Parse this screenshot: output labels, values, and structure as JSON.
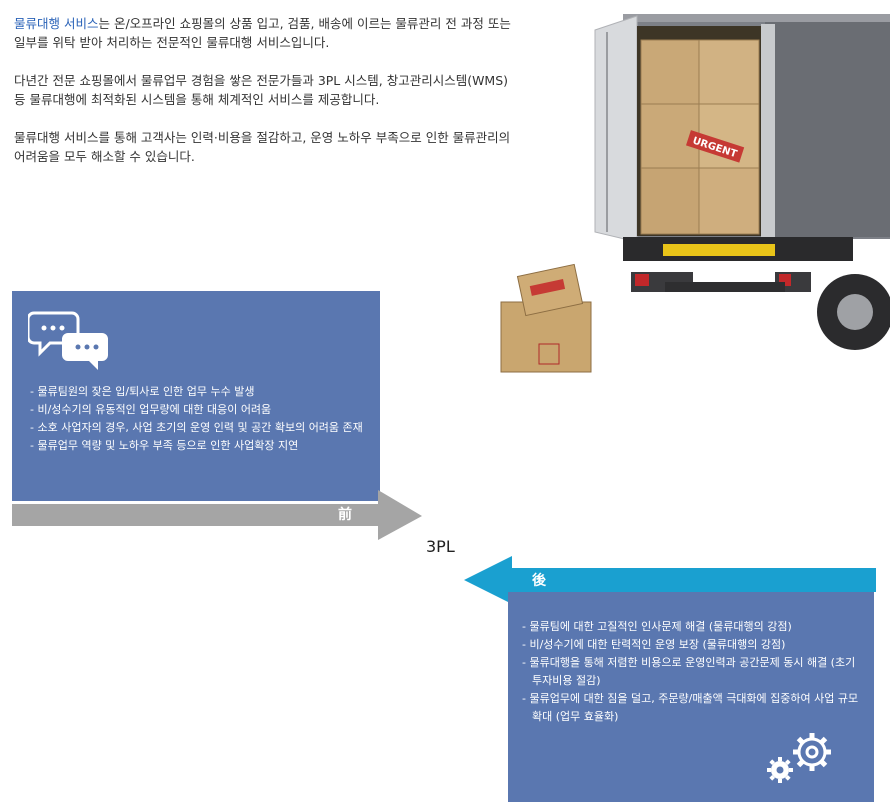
{
  "intro": {
    "p1_highlight": "물류대행 서비스",
    "p1_rest": "는 온/오프라인 쇼핑몰의 상품 입고, 검품, 배송에 이르는 물류관리 전 과정 또는 일부를 위탁 받아 처리하는 전문적인 물류대행 서비스입니다.",
    "p2": "다년간 전문 쇼핑몰에서 물류업무 경험을 쌓은 전문가들과 3PL 시스템, 창고관리시스템(WMS) 등 물류대행에 최적화된 시스템을 통해 체계적인 서비스를 제공합니다.",
    "p3": "물류대행 서비스를 통해 고객사는 인력·비용을 절감하고, 운영 노하우 부족으로 인한 물류관리의 어려움을 모두 해소할 수 있습니다."
  },
  "truck_box_label": "URGENT",
  "before": {
    "label": "前",
    "items": [
      "물류팀원의 잦은 입/퇴사로 인한 업무 누수 발생",
      "비/성수기의 유동적인 업무량에 대한 대응이 어려움",
      "소호 사업자의 경우, 사업 초기의 운영 인력 및 공간 확보의 어려움 존재",
      "물류업무 역량 및 노하우 부족 등으로 인한 사업확장 지연"
    ]
  },
  "middle_label": "3PL",
  "after": {
    "label": "後",
    "items": [
      "물류팀에 대한 고질적인 인사문제 해결 (물류대행의 강점)",
      "비/성수기에 대한 탄력적인 운영 보장 (물류대행의 강점)",
      "물류대행을 통해 저렴한 비용으로 운영인력과 공간문제 동시 해결 (초기 투자비용 절감)",
      "물류업무에 대한 짐을 덜고, 주문량/매출액 극대화에 집중하여 사업 규모 확대 (업무 효율화)"
    ]
  },
  "colors": {
    "box_blue": "#5a77b0",
    "before_arrow": "#a5a5a5",
    "after_arrow": "#1aa0d0",
    "highlight": "#2b63b8"
  }
}
